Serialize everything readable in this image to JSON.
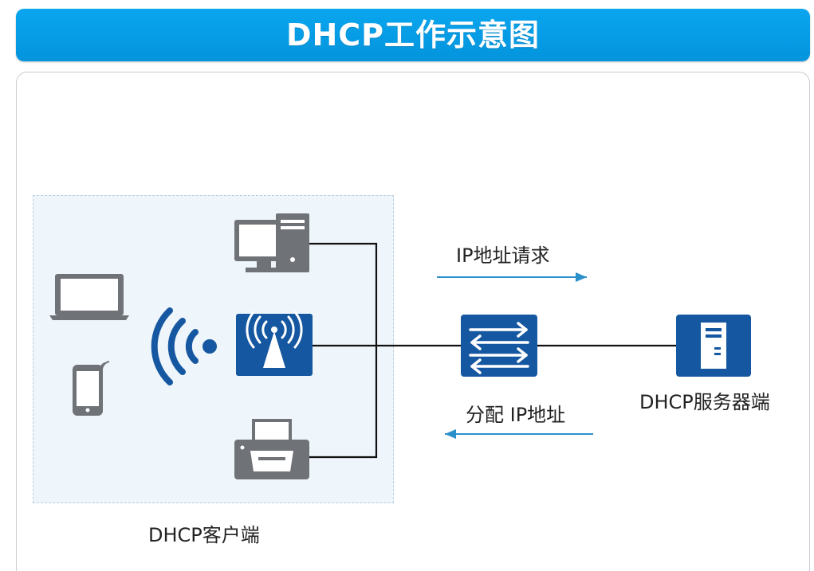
{
  "title": "DHCP工作示意图",
  "labels": {
    "request": "IP地址请求",
    "assign": "分配 IP地址",
    "server": "DHCP服务器端",
    "client": "DHCP客户端"
  },
  "colors": {
    "title_bar": "#0a9fe8",
    "device_blue": "#1557a0",
    "device_gray": "#6f7378",
    "arrow_line": "#2b8fc9",
    "client_zone": "#eef5fb"
  },
  "icons": {
    "laptop": "laptop-icon",
    "phone": "smartphone-icon",
    "wifi_signal": "wifi-signal-icon",
    "desktop": "desktop-computer-icon",
    "access_point": "wireless-access-point-icon",
    "printer": "printer-icon",
    "switch": "switch-icon",
    "server": "server-icon"
  }
}
